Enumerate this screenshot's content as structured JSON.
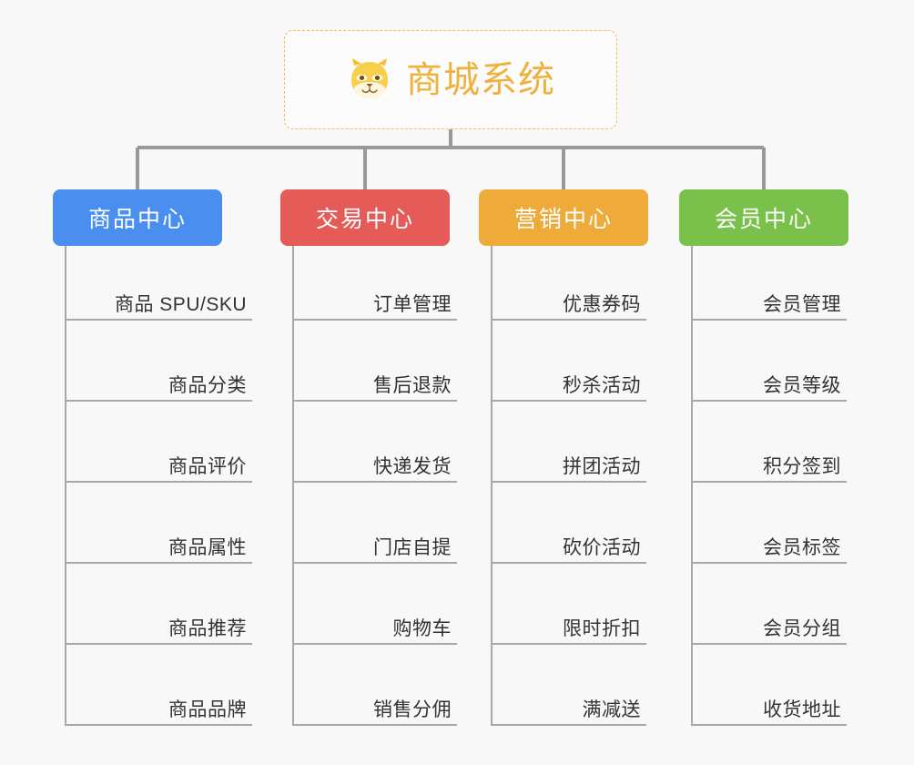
{
  "page": {
    "background_color": "#f8f8f8",
    "type": "mindmap-tree"
  },
  "root": {
    "title": "商城系统",
    "icon": "shiba-dog-face-icon",
    "text_color": "#f0b03c",
    "border_color": "#f0c24b",
    "background_color": "#fcfcfc"
  },
  "connector": {
    "color": "#999999",
    "leaf_line_color": "#a8a8a8"
  },
  "categories": [
    {
      "label": "商品中心",
      "color": "#4a8ef0",
      "items": [
        "商品 SPU/SKU",
        "商品分类",
        "商品评价",
        "商品属性",
        "商品推荐",
        "商品品牌"
      ]
    },
    {
      "label": "交易中心",
      "color": "#e55b58",
      "items": [
        "订单管理",
        "售后退款",
        "快递发货",
        "门店自提",
        "购物车",
        "销售分佣"
      ]
    },
    {
      "label": "营销中心",
      "color": "#eeab39",
      "items": [
        "优惠券码",
        "秒杀活动",
        "拼团活动",
        "砍价活动",
        "限时折扣",
        "满减送"
      ]
    },
    {
      "label": "会员中心",
      "color": "#79c14a",
      "items": [
        "会员管理",
        "会员等级",
        "积分签到",
        "会员标签",
        "会员分组",
        "收货地址"
      ]
    }
  ]
}
